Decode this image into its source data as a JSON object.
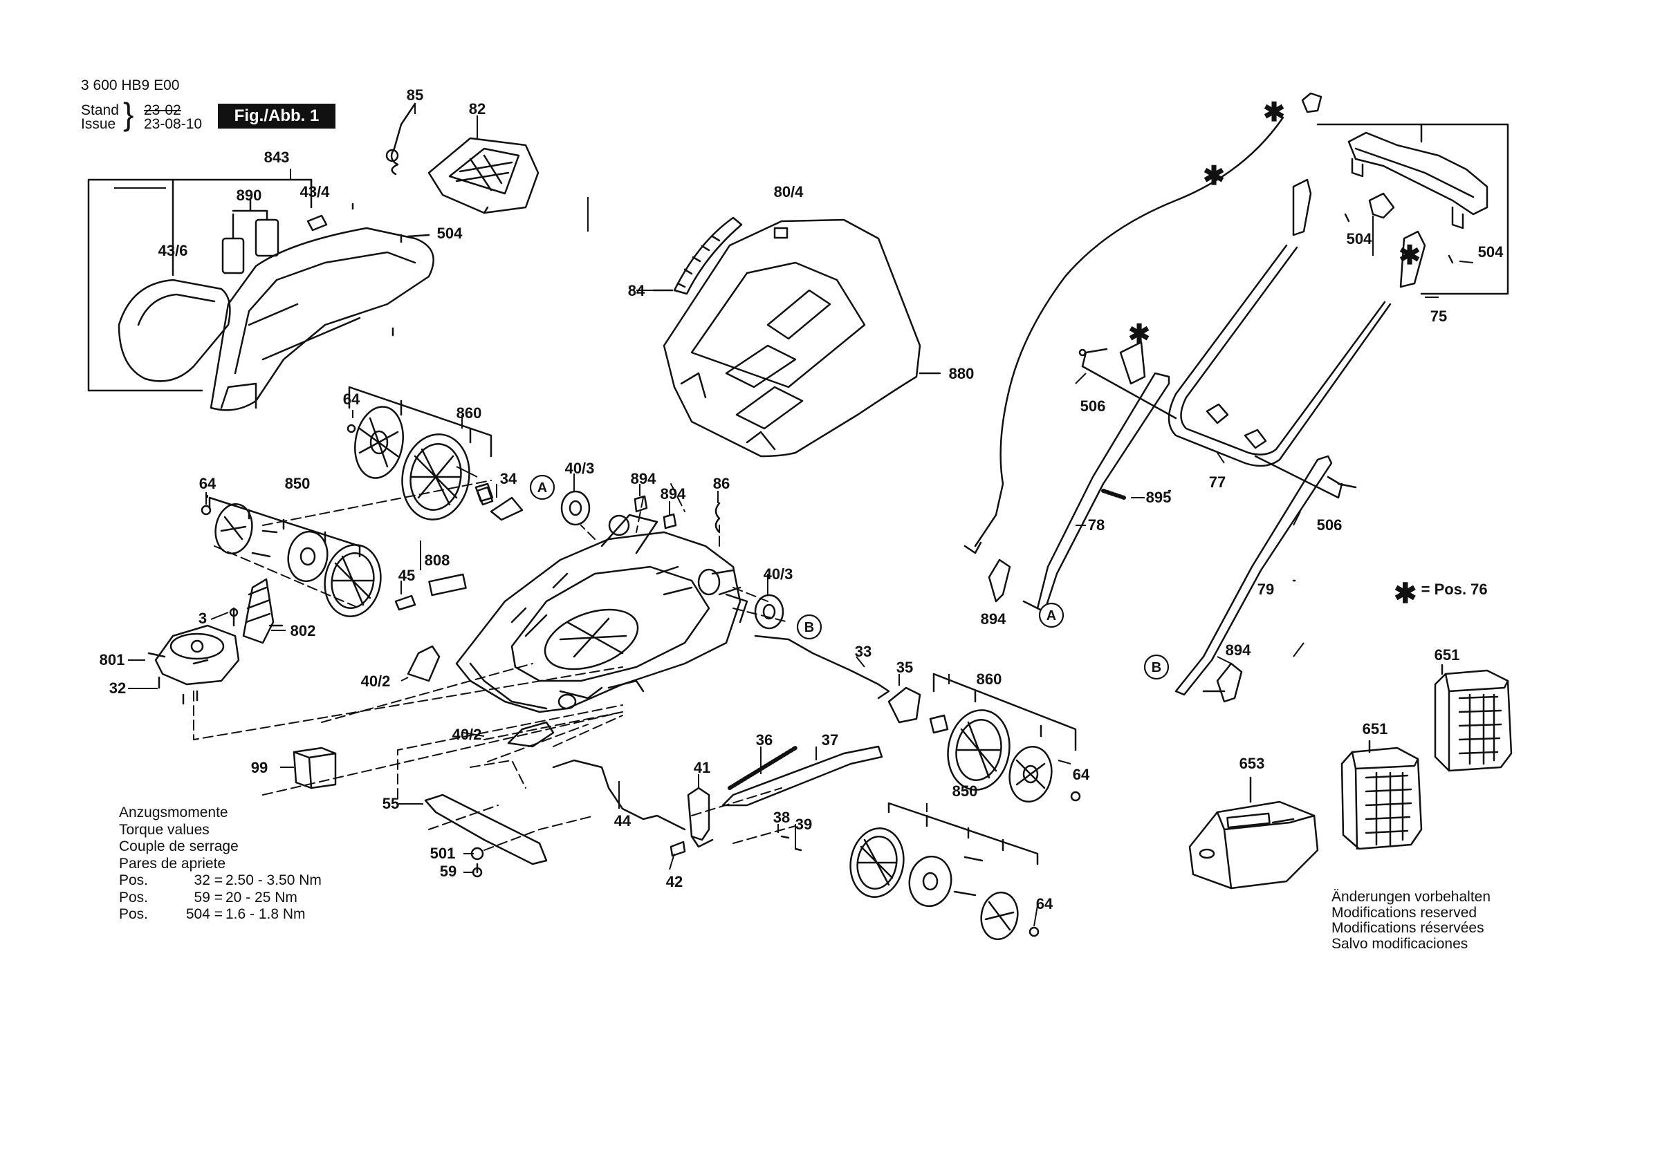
{
  "header": {
    "doc_number": "3 600 HB9 E00",
    "stand_label": "Stand",
    "issue_label": "Issue",
    "stand_date": "23-02",
    "issue_date": "23-08-10",
    "figure_label": "Fig./Abb. 1"
  },
  "torque": {
    "titles": [
      "Anzugsmomente",
      "Torque values",
      "Couple de serrage",
      "Pares de apriete"
    ],
    "rows": [
      {
        "pos": "Pos.",
        "part": "32 =",
        "value": "2.50 - 3.50 Nm"
      },
      {
        "pos": "Pos.",
        "part": "59 =",
        "value": "20 - 25 Nm"
      },
      {
        "pos": "Pos.",
        "part": "504 =",
        "value": "1.6 - 1.8 Nm"
      }
    ]
  },
  "legend": {
    "star": "✱",
    "text": "= Pos.  76"
  },
  "modifications": [
    "Änderungen vorbehalten",
    "Modifications reserved",
    "Modifications réservées",
    "Salvo modificaciones"
  ],
  "callouts": [
    {
      "id": "c85",
      "text": "85"
    },
    {
      "id": "c82",
      "text": "82"
    },
    {
      "id": "c843",
      "text": "843"
    },
    {
      "id": "c890",
      "text": "890"
    },
    {
      "id": "c43_4",
      "text": "43/4"
    },
    {
      "id": "c504a",
      "text": "504"
    },
    {
      "id": "c43_6",
      "text": "43/6"
    },
    {
      "id": "c80_4",
      "text": "80/4"
    },
    {
      "id": "c84",
      "text": "84"
    },
    {
      "id": "c880",
      "text": "880"
    },
    {
      "id": "c64a",
      "text": "64"
    },
    {
      "id": "c860a",
      "text": "860"
    },
    {
      "id": "c64b",
      "text": "64"
    },
    {
      "id": "c850a",
      "text": "850"
    },
    {
      "id": "c34",
      "text": "34"
    },
    {
      "id": "c40_3a",
      "text": "40/3"
    },
    {
      "id": "c894a",
      "text": "894"
    },
    {
      "id": "c894b",
      "text": "894"
    },
    {
      "id": "c86",
      "text": "86"
    },
    {
      "id": "c808",
      "text": "808"
    },
    {
      "id": "c45",
      "text": "45"
    },
    {
      "id": "c40_3b",
      "text": "40/3"
    },
    {
      "id": "c3",
      "text": "3"
    },
    {
      "id": "c802",
      "text": "802"
    },
    {
      "id": "c801",
      "text": "801"
    },
    {
      "id": "c32",
      "text": "32"
    },
    {
      "id": "c40_2a",
      "text": "40/2"
    },
    {
      "id": "c33",
      "text": "33"
    },
    {
      "id": "c35",
      "text": "35"
    },
    {
      "id": "c860b",
      "text": "860"
    },
    {
      "id": "c40_2b",
      "text": "40/2"
    },
    {
      "id": "c36",
      "text": "36"
    },
    {
      "id": "c37",
      "text": "37"
    },
    {
      "id": "c99",
      "text": "99"
    },
    {
      "id": "c41",
      "text": "41"
    },
    {
      "id": "c64c",
      "text": "64"
    },
    {
      "id": "c55",
      "text": "55"
    },
    {
      "id": "c44",
      "text": "44"
    },
    {
      "id": "c38",
      "text": "38"
    },
    {
      "id": "c39",
      "text": "39"
    },
    {
      "id": "c850b",
      "text": "850"
    },
    {
      "id": "c501",
      "text": "501"
    },
    {
      "id": "c59",
      "text": "59"
    },
    {
      "id": "c42",
      "text": "42"
    },
    {
      "id": "c64d",
      "text": "64"
    },
    {
      "id": "c504b",
      "text": "504"
    },
    {
      "id": "c504c",
      "text": "504"
    },
    {
      "id": "c75",
      "text": "75"
    },
    {
      "id": "c506a",
      "text": "506"
    },
    {
      "id": "c77",
      "text": "77"
    },
    {
      "id": "c895",
      "text": "895"
    },
    {
      "id": "c78",
      "text": "78"
    },
    {
      "id": "c506b",
      "text": "506"
    },
    {
      "id": "c894c",
      "text": "894"
    },
    {
      "id": "c79",
      "text": "79"
    },
    {
      "id": "c894d",
      "text": "894"
    },
    {
      "id": "c651a",
      "text": "651"
    },
    {
      "id": "c651b",
      "text": "651"
    },
    {
      "id": "c653",
      "text": "653"
    }
  ],
  "markers": [
    {
      "id": "mA1",
      "text": "A"
    },
    {
      "id": "mB1",
      "text": "B"
    },
    {
      "id": "mA2",
      "text": "A"
    },
    {
      "id": "mB2",
      "text": "B"
    }
  ],
  "stars": [
    {
      "id": "s1",
      "text": "✱"
    },
    {
      "id": "s2",
      "text": "✱"
    },
    {
      "id": "s3",
      "text": "✱"
    },
    {
      "id": "s4",
      "text": "✱"
    }
  ]
}
